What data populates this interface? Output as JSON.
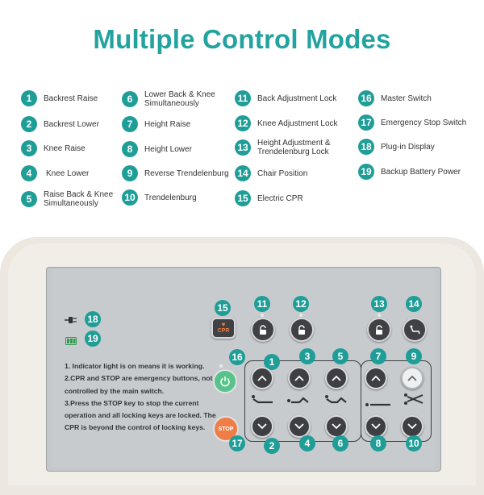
{
  "title": "Multiple Control Modes",
  "legend": [
    {
      "num": "1",
      "label": "Backrest Raise"
    },
    {
      "num": "2",
      "label": "Backrest Lower"
    },
    {
      "num": "3",
      "label": "Knee Raise"
    },
    {
      "num": "4",
      "label": "Knee Lower"
    },
    {
      "num": "5",
      "label": "Raise Back & Knee Simultaneously"
    },
    {
      "num": "6",
      "label": "Lower Back & Knee Simultaneously"
    },
    {
      "num": "7",
      "label": "Height Raise"
    },
    {
      "num": "8",
      "label": "Height Lower"
    },
    {
      "num": "9",
      "label": "Reverse Trendelenburg"
    },
    {
      "num": "10",
      "label": "Trendelenburg"
    },
    {
      "num": "11",
      "label": "Back Adjustment Lock"
    },
    {
      "num": "12",
      "label": "Knee Adjustment Lock"
    },
    {
      "num": "13",
      "label": "Height Adjustment & Trendelenburg Lock"
    },
    {
      "num": "14",
      "label": "Chair Position"
    },
    {
      "num": "15",
      "label": "Electric CPR"
    },
    {
      "num": "16",
      "label": "Master Switch"
    },
    {
      "num": "17",
      "label": "Emergency Stop Switch"
    },
    {
      "num": "18",
      "label": "Plug-in Display"
    },
    {
      "num": "19",
      "label": "Backup Battery Power"
    }
  ],
  "panel": {
    "notes": [
      "1. Indicator light is on means it is working.",
      "2.CPR and STOP are emergency buttons, not controlled by the main switch.",
      "3.Press the STOP key to stop the current operation and all locking keys are locked. The CPR is beyond the control of locking keys."
    ],
    "cpr_label": "CPR",
    "stop_label": "STOP",
    "markers": {
      "m1": "1",
      "m2": "2",
      "m3": "3",
      "m4": "4",
      "m5": "5",
      "m6": "6",
      "m7": "7",
      "m8": "8",
      "m9": "9",
      "m10": "10",
      "m11": "11",
      "m12": "12",
      "m13": "13",
      "m14": "14",
      "m15": "15",
      "m16": "16",
      "m17": "17",
      "m18": "18",
      "m19": "19"
    }
  },
  "colors": {
    "accent": "#1f9e98",
    "stop": "#ef7d45",
    "power": "#57c28a",
    "button": "#3d3f42"
  },
  "icons": [
    "plug-icon",
    "battery-icon",
    "lock-icon",
    "chair-icon",
    "power-icon",
    "heart-icon",
    "chevron-up-icon",
    "chevron-down-icon"
  ]
}
